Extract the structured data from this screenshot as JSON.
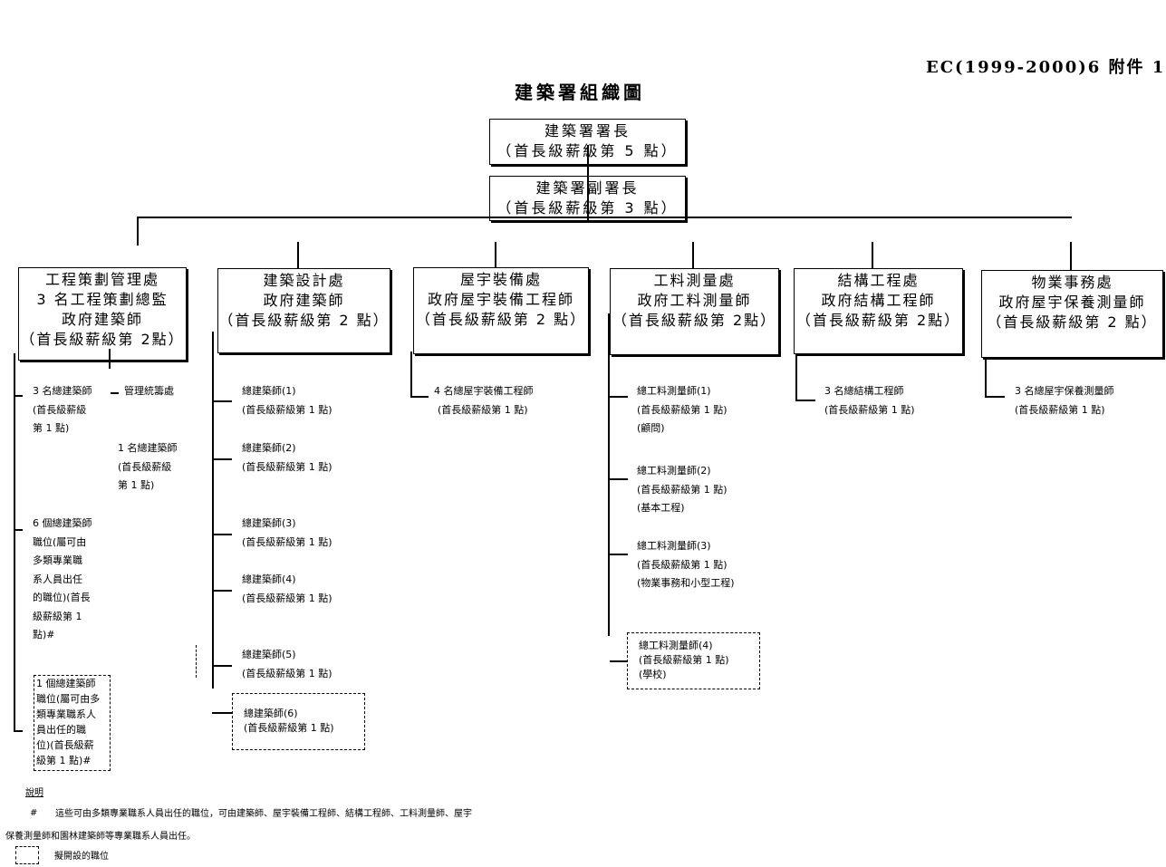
{
  "header": {
    "ref": "EC(1999-2000)6  附件 1",
    "title": "建築署組織圖"
  },
  "director": {
    "line1": "建築署署長",
    "line2": "（首長級薪級第 5 點）"
  },
  "deputy": {
    "line1": "建築署副署長",
    "line2": "（首長級薪級第 3 點）"
  },
  "divisions": [
    {
      "lines": [
        "工程策劃管理處",
        "3 名工程策劃總監",
        "政府建築師",
        "（首長級薪級第 2點）"
      ]
    },
    {
      "lines": [
        "建築設計處",
        "政府建築師",
        "（首長級薪級第 2 點）"
      ]
    },
    {
      "lines": [
        "屋宇裝備處",
        "政府屋宇裝備工程師",
        "（首長級薪級第 2 點）"
      ]
    },
    {
      "lines": [
        "工料測量處",
        "政府工料測量師",
        "（首長級薪級第 2點）"
      ]
    },
    {
      "lines": [
        "結構工程處",
        "政府結構工程師",
        "（首長級薪級第 2點）"
      ]
    },
    {
      "lines": [
        "物業事務處",
        "政府屋宇保養測量師",
        "（首長級薪級第 2 點）"
      ]
    }
  ],
  "pmd": {
    "a": [
      "3 名總建築師",
      "(首長級薪級",
      "第 1 點)"
    ],
    "mgmt": "管理統籌處",
    "b": [
      "1 名總建築師",
      "(首長級薪級",
      "第 1 點)"
    ],
    "c": [
      "6 個總建築師",
      "職位(屬可由",
      "多類專業職",
      "系人員出任",
      "的職位)(首長",
      "級薪級第 1",
      "點)#"
    ],
    "d": [
      "1 個總建築師",
      "職位(屬可由多",
      "類專業職系人",
      "員出任的職",
      "位)(首長級薪",
      "級第 1 點)#"
    ]
  },
  "design": [
    [
      "總建築師(1)",
      "(首長級薪級第 1 點)"
    ],
    [
      "總建築師(2)",
      "(首長級薪級第 1 點)"
    ],
    [
      "總建築師(3)",
      "(首長級薪級第 1 點)"
    ],
    [
      "總建築師(4)",
      "(首長級薪級第 1 點)"
    ],
    [
      "總建築師(5)",
      "(首長級薪級第 1 點)"
    ],
    [
      "總建築師(6)",
      "(首長級薪級第 1 點)"
    ]
  ],
  "bs": [
    "4 名總屋宇裝備工程師",
    "(首長級薪級第 1 點)"
  ],
  "qs": [
    [
      "總工料測量師(1)",
      "(首長級薪級第 1 點)",
      "(顧問)"
    ],
    [
      "總工料測量師(2)",
      "(首長級薪級第 1 點)",
      "(基本工程)"
    ],
    [
      "總工料測量師(3)",
      "(首長級薪級第 1 點)",
      "(物業事務和小型工程)"
    ],
    [
      "總工料測量師(4)",
      "(首長級薪級第 1 點)",
      "(學校)"
    ]
  ],
  "se": [
    "3 名總結構工程師",
    "(首長級薪級第 1 點)"
  ],
  "pm": [
    "3 名總屋宇保養測量師",
    "(首長級薪級第 1 點)"
  ],
  "legend": {
    "heading": "說明",
    "hash": "#",
    "note1": "這些可由多類專業職系人員出任的職位，可由建築師、屋宇裝備工程師、結構工程師、工料測量師、屋宇",
    "note2": "保養測量師和園林建築師等專業職系人員出任。",
    "dashed": "擬開設的職位"
  }
}
